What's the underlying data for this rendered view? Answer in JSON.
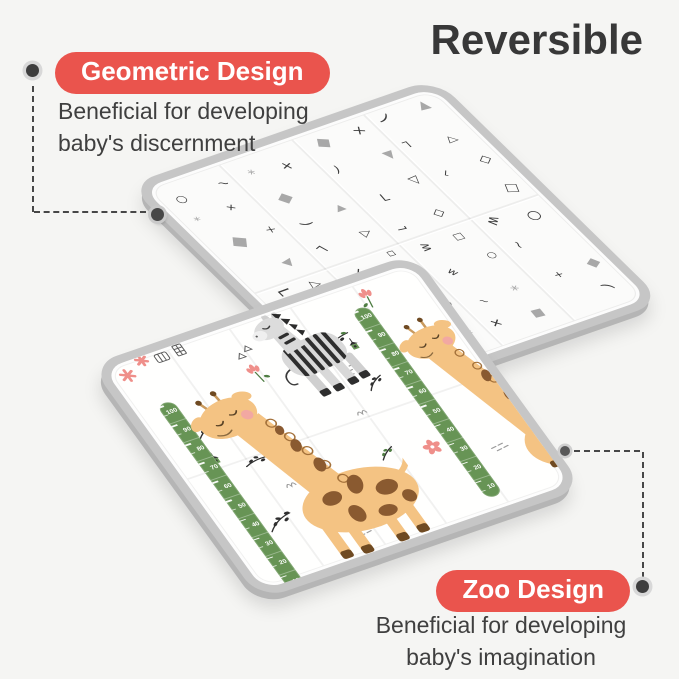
{
  "title": "Reversible",
  "callouts": {
    "geometric": {
      "label": "Geometric Design",
      "line1": "Beneficial for developing",
      "line2": "baby's discernment"
    },
    "zoo": {
      "label": "Zoo Design",
      "line1": "Beneficial for developing",
      "line2": "baby's imagination"
    }
  },
  "colors": {
    "badge": "#ea544d",
    "ruler_green": "#679455",
    "leaf_green": "#4e7d42",
    "giraffe_body": "#f4c383",
    "giraffe_spot": "#8a5a30",
    "zebra_body": "#d9d9d9",
    "zebra_stripe": "#2e2e2e",
    "flower_pink": "#ef8f8a",
    "ink": "#3c3c3c",
    "mat_edge": "#c6c6c6"
  },
  "geometric_mat": {
    "side_name": "geometric pattern side",
    "pattern_glyphs": [
      "○",
      "□",
      "◇",
      "△",
      "▲",
      "×",
      "+",
      "~",
      "w",
      "ʍ",
      "⌐",
      "L",
      ")",
      "■",
      "*"
    ]
  },
  "zoo_mat": {
    "side_name": "zoo illustration side",
    "growth_ruler_values": [
      100,
      90,
      80,
      70,
      60,
      50,
      40,
      30,
      20,
      10
    ],
    "animals": [
      "zebra",
      "giraffe",
      "giraffe"
    ]
  }
}
